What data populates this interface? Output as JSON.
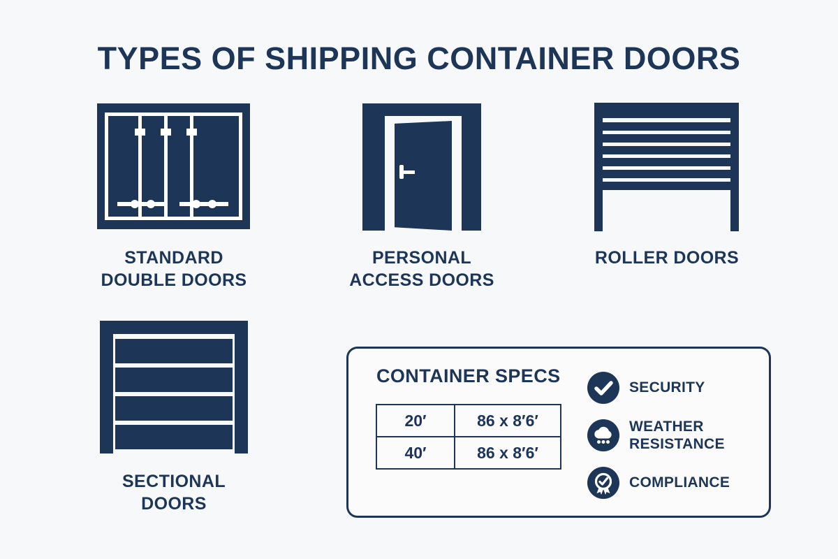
{
  "colors": {
    "navy": "#1d3557",
    "background": "#f7f8f9",
    "white": "#ffffff"
  },
  "header": {
    "title": "TYPES OF SHIPPING CONTAINER DOORS"
  },
  "door_types": [
    {
      "id": "standard-double-doors",
      "label": "STANDARD\nDOUBLE DOORS",
      "icon": "standard-double-doors-icon"
    },
    {
      "id": "personal-access-doors",
      "label": "PERSONAL\nACCESS DOORS",
      "icon": "personal-access-door-icon"
    },
    {
      "id": "roller-doors",
      "label": "ROLLER DOORS",
      "icon": "roller-door-icon"
    },
    {
      "id": "sectional-doors",
      "label": "SECTIONAL\nDOORS",
      "icon": "sectional-door-icon"
    }
  ],
  "specs_panel": {
    "title": "CONTAINER SPECS",
    "table": {
      "rows": [
        {
          "size": "20′",
          "dimensions": "86 x 8′6′"
        },
        {
          "size": "40′",
          "dimensions": "86 x 8′6′"
        }
      ]
    },
    "features": [
      {
        "id": "security",
        "label": "SECURITY",
        "icon": "check-circle-icon"
      },
      {
        "id": "weather-resistance",
        "label": "WEATHER\nRESISTANCE",
        "icon": "rain-cloud-icon"
      },
      {
        "id": "compliance",
        "label": "COMPLIANCE",
        "icon": "badge-check-icon"
      }
    ]
  }
}
